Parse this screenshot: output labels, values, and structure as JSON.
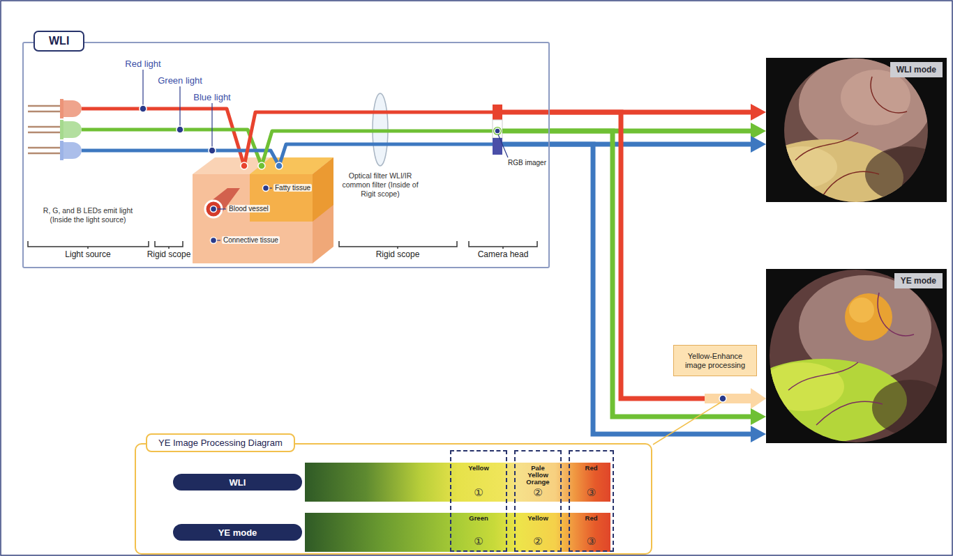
{
  "diagram": {
    "nodes": [
      {
        "text": [
          "WLI"
        ]
      },
      {
        "text": [
          "WLI mode"
        ]
      },
      {
        "text": [
          "Yellow-Enhance image processing"
        ]
      },
      {
        "text": [
          "YE mode"
        ]
      },
      {
        "text": [
          "YE Image Processing Diagram"
        ]
      },
      {
        "text": [
          "WLI"
        ],
        "in": 4
      },
      {
        "text": [
          "YE mode"
        ],
        "in": 4
      },
      {
        "text": [
          "Yellow",
          "①",
          "Green",
          "①"
        ],
        "in": 4
      },
      {
        "text": [
          "Pale Yellow Orange",
          "②",
          "Yellow",
          "②"
        ],
        "in": 4
      },
      {
        "text": [
          "Red",
          "③",
          "Red",
          "③"
        ],
        "in": 4
      }
    ],
    "edges": [
      {
        "from": 0,
        "to": 1,
        "arrow": "to"
      },
      {
        "from": 0,
        "to": 1,
        "arrow": "to"
      },
      {
        "from": 0,
        "to": 1,
        "arrow": "to"
      },
      {
        "from": 0,
        "to": 3,
        "arrow": "to"
      },
      {
        "from": 0,
        "to": 3,
        "arrow": "to"
      },
      {
        "from": 0,
        "to": 3,
        "arrow": "to"
      }
    ],
    "labels": [
      "Red light",
      "Green light",
      "Blue light",
      "Optical filter WLI/IR common filter (Inside of Rigit scope)",
      "RGB imager",
      "Fatty tissue",
      "Blood vessel",
      "Connective tissue",
      "R, G, and B LEDs emit light (Inside the light source)",
      "Light source",
      "Rigid scope",
      "Rigid scope",
      "Camera head"
    ]
  }
}
